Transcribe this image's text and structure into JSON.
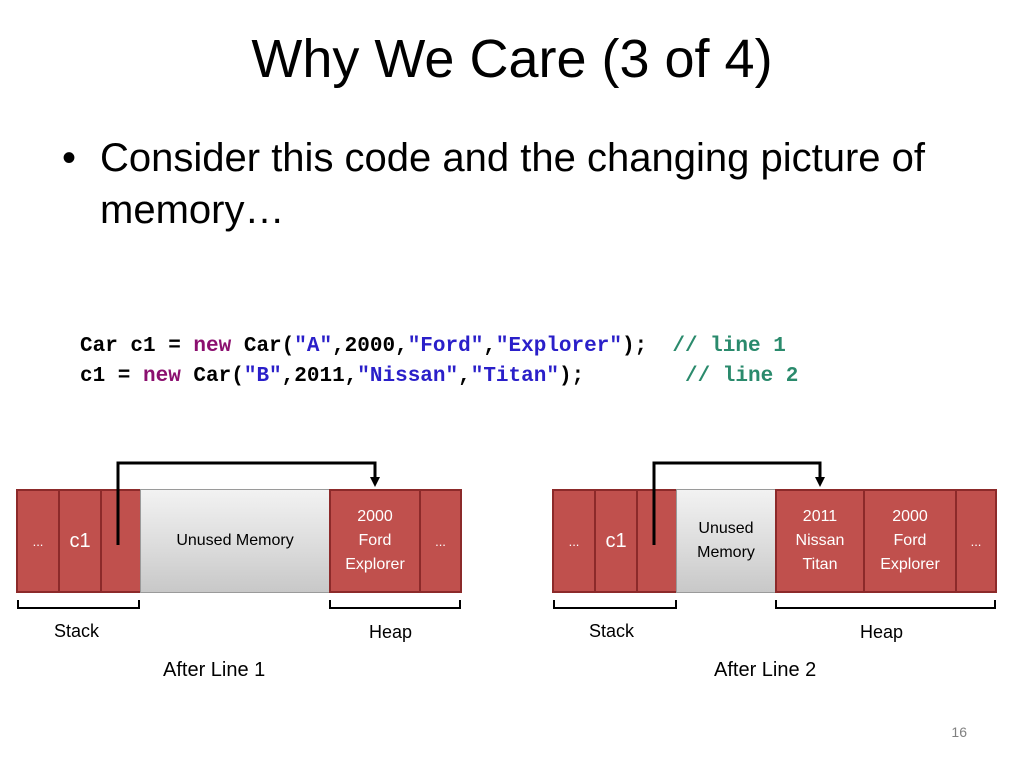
{
  "slide": {
    "title": "Why We Care (3 of 4)",
    "bullet_symbol": "•",
    "bullet_text": "Consider this code and the changing picture of memory…",
    "page_number": "16"
  },
  "code": {
    "line1": {
      "part1": "Car c1 = ",
      "kw": "new",
      "part2": " Car(",
      "s1": "\"A\"",
      "part3": ",2000,",
      "s2": "\"Ford\"",
      "part4": ",",
      "s3": "\"Explorer\"",
      "part5": ");  ",
      "comment": "// line 1"
    },
    "line2": {
      "part1": "c1 = ",
      "kw": "new",
      "part2": " Car(",
      "s1": "\"B\"",
      "part3": ",2011,",
      "s2": "\"Nissan\"",
      "part4": ",",
      "s3": "\"Titan\"",
      "part5": ");        ",
      "comment": "// line 2"
    }
  },
  "diagram1": {
    "ellipsis_left": "...",
    "var_label": "c1",
    "unused": "Unused Memory",
    "heap_obj": {
      "year": "2000",
      "make": "Ford",
      "model": "Explorer"
    },
    "ellipsis_right": "...",
    "stack_label": "Stack",
    "heap_label": "Heap",
    "caption": "After Line 1"
  },
  "diagram2": {
    "ellipsis_left": "...",
    "var_label": "c1",
    "unused_line1": "Unused",
    "unused_line2": "Memory",
    "heap_obj_new": {
      "year": "2011",
      "make": "Nissan",
      "model": "Titan"
    },
    "heap_obj_old": {
      "year": "2000",
      "make": "Ford",
      "model": "Explorer"
    },
    "ellipsis_right": "...",
    "stack_label": "Stack",
    "heap_label": "Heap",
    "caption": "After Line 2"
  },
  "colors": {
    "cell_fill": "#c0504d",
    "cell_border": "#8c2a2a",
    "keyword": "#8b0f6f",
    "string": "#2a1fc9",
    "comment": "#2a8a6c"
  }
}
